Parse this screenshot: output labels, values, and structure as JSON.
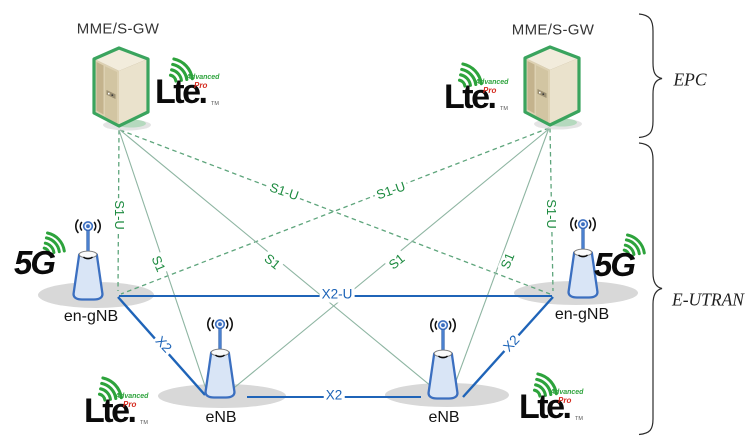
{
  "nodes": {
    "mme_left": "MME/S-GW",
    "mme_right": "MME/S-GW",
    "engnb_left": "en-gNB",
    "engnb_right": "en-gNB",
    "enb_left": "eNB",
    "enb_right": "eNB"
  },
  "regions": {
    "epc": "EPC",
    "eutran": "E-UTRAN"
  },
  "links": {
    "s1u_left_vertical": "S1-U",
    "s1u_right_vertical": "S1-U",
    "s1u_cross_left": "S1-U",
    "s1u_cross_right": "S1-U",
    "s1_left_outer": "S1",
    "s1_left_inner": "S1",
    "s1_right_inner": "S1",
    "s1_right_outer": "S1",
    "x2u": "X2-U",
    "x2_left": "X2",
    "x2_right": "X2",
    "x2_bottom": "X2"
  },
  "logos": {
    "lte": {
      "word": "Lte.",
      "advanced": "Advanced",
      "pro": "Pro",
      "tm": "TM"
    },
    "fiveg": {
      "word": "5G"
    }
  },
  "colors": {
    "s1_label_green": "#1c8a3f",
    "x2_label_blue": "#1c63b7",
    "dashed_s1u_line": "#5ea57c",
    "solid_s1_line": "#8eb5a2",
    "x2_line_blue": "#1f64b8",
    "tower_outline_blue": "#3b6fc0",
    "server_outline_green": "#3aa45e",
    "logo_green": "#2da33c",
    "logo_pro_red": "#d42a1e",
    "shadow_gray": "#d8d8d8"
  }
}
